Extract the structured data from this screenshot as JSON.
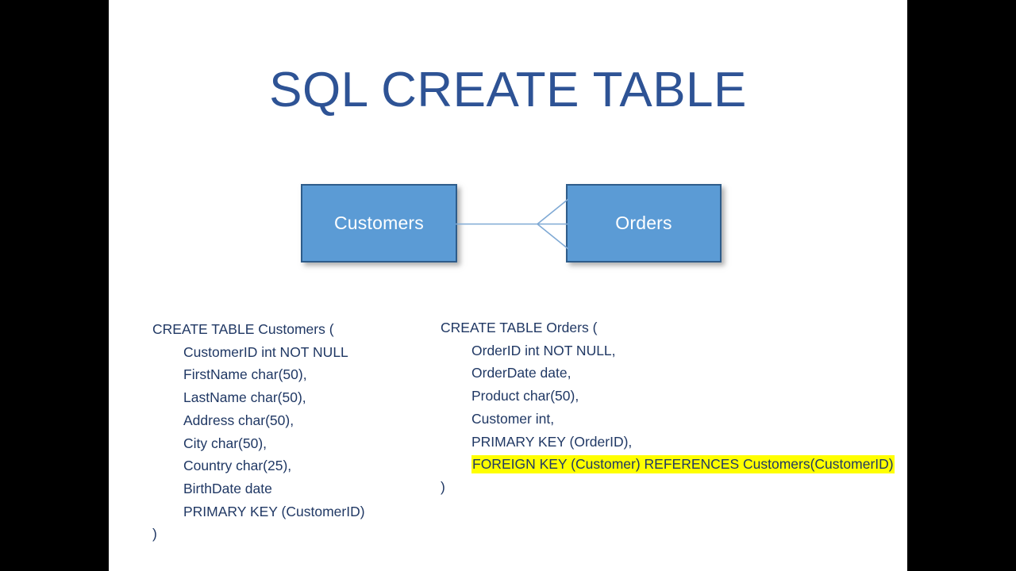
{
  "slide": {
    "title": "SQL CREATE TABLE",
    "title_color": "#2E5395",
    "background_color": "#FFFFFF",
    "letterbox_color": "#000000"
  },
  "diagram": {
    "entities": [
      {
        "name": "Customers",
        "label": "Customers"
      },
      {
        "name": "Orders",
        "label": "Orders"
      }
    ],
    "relationship": {
      "from": "Customers",
      "to": "Orders",
      "notation": "crow-foot",
      "cardinality": "one-to-many"
    },
    "colors": {
      "entity_fill": "#5B9BD5",
      "entity_border": "#2E5C8A",
      "entity_text": "#FFFFFF",
      "connector_line": "#7FA9D4"
    }
  },
  "code": {
    "text_color": "#203864",
    "highlight_color": "#FFFF00",
    "customers": {
      "name": "create-table-customers",
      "lines": [
        {
          "text": "CREATE TABLE Customers (",
          "indent": false,
          "highlight": false
        },
        {
          "text": "CustomerID int NOT NULL",
          "indent": true,
          "highlight": false
        },
        {
          "text": "FirstName char(50),",
          "indent": true,
          "highlight": false
        },
        {
          "text": "LastName char(50),",
          "indent": true,
          "highlight": false
        },
        {
          "text": "Address char(50),",
          "indent": true,
          "highlight": false
        },
        {
          "text": "City char(50),",
          "indent": true,
          "highlight": false
        },
        {
          "text": "Country char(25),",
          "indent": true,
          "highlight": false
        },
        {
          "text": "BirthDate date",
          "indent": true,
          "highlight": false
        },
        {
          "text": "PRIMARY KEY (CustomerID)",
          "indent": true,
          "highlight": false
        },
        {
          "text": ")",
          "indent": false,
          "highlight": false
        }
      ]
    },
    "orders": {
      "name": "create-table-orders",
      "lines": [
        {
          "text": "CREATE TABLE Orders (",
          "indent": false,
          "highlight": false
        },
        {
          "text": "OrderID int NOT NULL,",
          "indent": true,
          "highlight": false
        },
        {
          "text": "OrderDate date,",
          "indent": true,
          "highlight": false
        },
        {
          "text": "Product char(50),",
          "indent": true,
          "highlight": false
        },
        {
          "text": "Customer int,",
          "indent": true,
          "highlight": false
        },
        {
          "text": "PRIMARY KEY (OrderID),",
          "indent": true,
          "highlight": false
        },
        {
          "text": "FOREIGN KEY (Customer) REFERENCES Customers(CustomerID)",
          "indent": true,
          "highlight": true
        },
        {
          "text": ")",
          "indent": false,
          "highlight": false
        }
      ]
    }
  }
}
